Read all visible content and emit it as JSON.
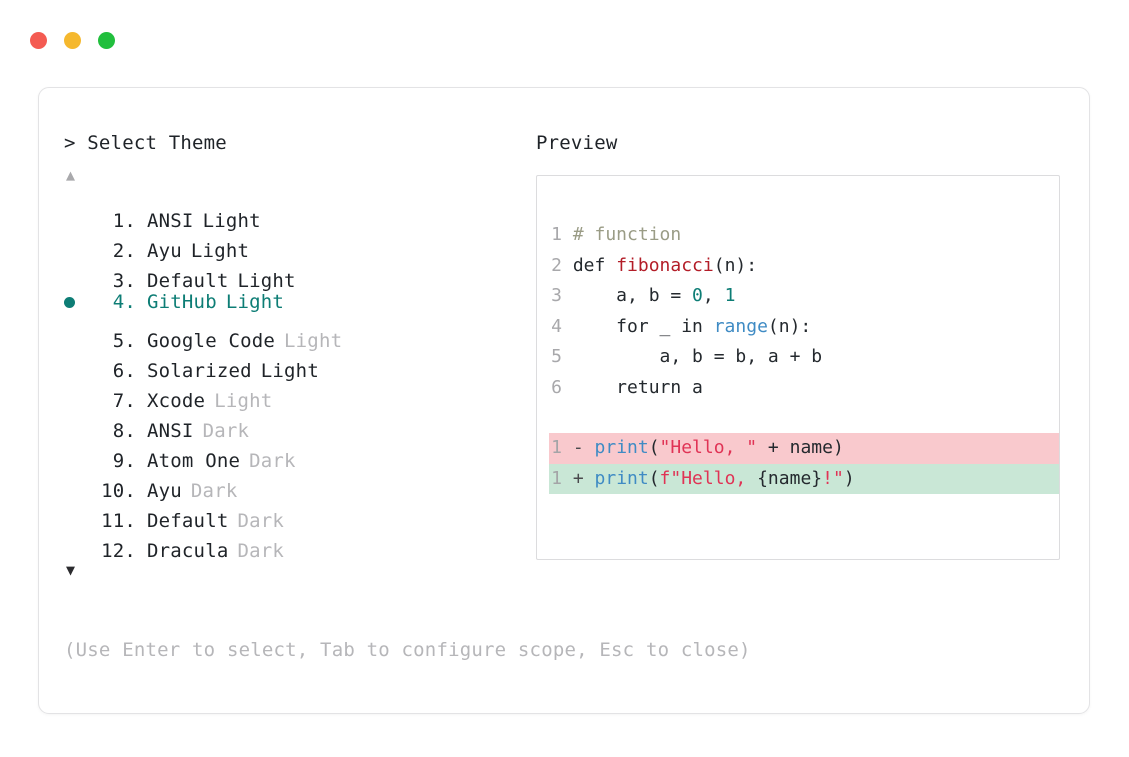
{
  "titlebar": {
    "dots": [
      {
        "name": "close-dot",
        "color": "#f45b52"
      },
      {
        "name": "minimize-dot",
        "color": "#f5b82e"
      },
      {
        "name": "maximize-dot",
        "color": "#21bf3d"
      }
    ]
  },
  "selector": {
    "prompt": "> Select Theme",
    "scroll_up_icon": "▲",
    "scroll_down_icon": "▼",
    "selected_index": 4,
    "selected_bullet_icon": "●",
    "accent_color": "#0d7d75",
    "items": [
      {
        "index": "1.",
        "name": "ANSI",
        "variant": "Light",
        "dim_variant": false,
        "selected": false
      },
      {
        "index": "2.",
        "name": "Ayu",
        "variant": "Light",
        "dim_variant": false,
        "selected": false
      },
      {
        "index": "3.",
        "name": "Default",
        "variant": "Light",
        "dim_variant": false,
        "selected": false
      },
      {
        "index": "4.",
        "name": "GitHub",
        "variant": "Light",
        "dim_variant": false,
        "selected": true
      },
      {
        "index": "5.",
        "name": "Google Code",
        "variant": "Light",
        "dim_variant": true,
        "selected": false
      },
      {
        "index": "6.",
        "name": "Solarized",
        "variant": "Light",
        "dim_variant": false,
        "selected": false
      },
      {
        "index": "7.",
        "name": "Xcode",
        "variant": "Light",
        "dim_variant": true,
        "selected": false
      },
      {
        "index": "8.",
        "name": "ANSI",
        "variant": "Dark",
        "dim_variant": true,
        "selected": false
      },
      {
        "index": "9.",
        "name": "Atom One",
        "variant": "Dark",
        "dim_variant": true,
        "selected": false
      },
      {
        "index": "10.",
        "name": "Ayu",
        "variant": "Dark",
        "dim_variant": true,
        "selected": false
      },
      {
        "index": "11.",
        "name": "Default",
        "variant": "Dark",
        "dim_variant": true,
        "selected": false
      },
      {
        "index": "12.",
        "name": "Dracula",
        "variant": "Dark",
        "dim_variant": true,
        "selected": false
      }
    ]
  },
  "hint": "(Use Enter to select, Tab to configure scope, Esc to close)",
  "preview": {
    "heading": "Preview",
    "code_lines": [
      {
        "ln": "1",
        "tokens": [
          {
            "t": " # function",
            "c": "comment"
          }
        ]
      },
      {
        "ln": "2",
        "tokens": [
          {
            "t": " def ",
            "c": "kw"
          },
          {
            "t": "fibonacci",
            "c": "fn"
          },
          {
            "t": "(n):",
            "c": "punct"
          }
        ]
      },
      {
        "ln": "3",
        "tokens": [
          {
            "t": "     a, b = ",
            "c": "plain"
          },
          {
            "t": "0",
            "c": "num"
          },
          {
            "t": ", ",
            "c": "plain"
          },
          {
            "t": "1",
            "c": "num"
          }
        ]
      },
      {
        "ln": "4",
        "tokens": [
          {
            "t": "     for _ in ",
            "c": "plain"
          },
          {
            "t": "range",
            "c": "builtin"
          },
          {
            "t": "(n):",
            "c": "punct"
          }
        ]
      },
      {
        "ln": "5",
        "tokens": [
          {
            "t": "         a, b = b, a + b",
            "c": "plain"
          }
        ]
      },
      {
        "ln": "6",
        "tokens": [
          {
            "t": "     return a",
            "c": "plain"
          }
        ]
      }
    ],
    "diff_lines": [
      {
        "ln": "1",
        "kind": "del",
        "bg": "#f9c9cd",
        "tokens": [
          {
            "t": " - ",
            "c": "sign"
          },
          {
            "t": "print",
            "c": "builtin"
          },
          {
            "t": "(",
            "c": "punct"
          },
          {
            "t": "\"Hello, \"",
            "c": "str"
          },
          {
            "t": " + name)",
            "c": "plain"
          }
        ]
      },
      {
        "ln": "1",
        "kind": "add",
        "bg": "#c9e7d6",
        "tokens": [
          {
            "t": " + ",
            "c": "sign"
          },
          {
            "t": "print",
            "c": "builtin"
          },
          {
            "t": "(",
            "c": "punct"
          },
          {
            "t": "f\"Hello, ",
            "c": "str"
          },
          {
            "t": "{name}",
            "c": "plain"
          },
          {
            "t": "!\"",
            "c": "str"
          },
          {
            "t": ")",
            "c": "punct"
          }
        ]
      }
    ]
  }
}
